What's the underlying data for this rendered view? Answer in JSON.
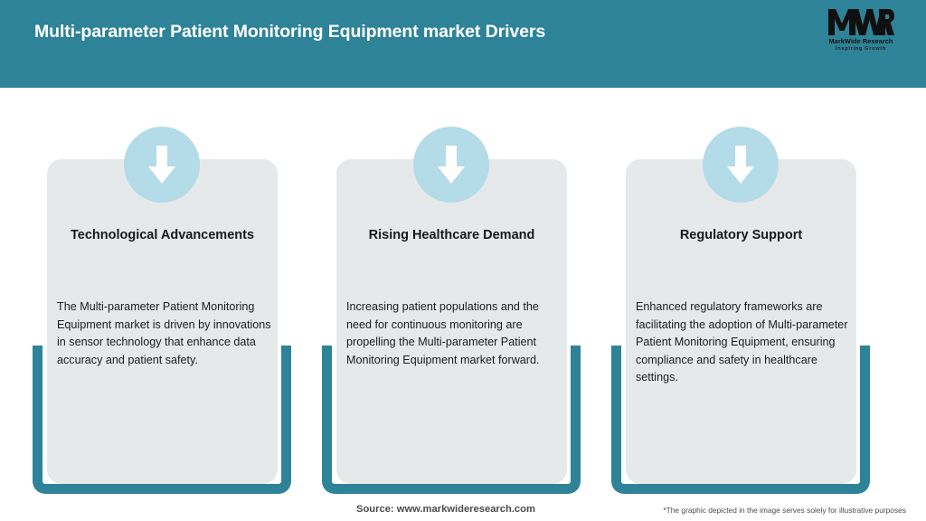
{
  "header": {
    "title": "Multi-parameter Patient Monitoring Equipment market Drivers",
    "background_color": "#2e8398",
    "title_color": "#ffffff",
    "logo": {
      "mark": "MWR",
      "name": "MarkWide Research",
      "tagline": "Inspiring Growth"
    }
  },
  "cards": [
    {
      "icon": "down-arrow-icon",
      "heading": "Technological Advancements",
      "body": "The Multi-parameter Patient Monitoring Equipment market is driven by innovations in sensor technology that enhance data accuracy and patient safety."
    },
    {
      "icon": "down-arrow-icon",
      "heading": "Rising Healthcare Demand",
      "body": "Increasing patient populations and the need for continuous monitoring are propelling the Multi-parameter Patient Monitoring Equipment market forward."
    },
    {
      "icon": "down-arrow-icon",
      "heading": "Regulatory Support",
      "body": "Enhanced regulatory frameworks are facilitating the adoption of Multi-parameter Patient Monitoring Equipment, ensuring compliance and safety in healthcare settings."
    }
  ],
  "footer": {
    "source": "Source: www.markwideresearch.com",
    "disclaimer": "*The graphic depicted in the image serves solely for illustrative purposes"
  },
  "theme": {
    "teal": "#2e8398",
    "card_fill": "#e6e9ea",
    "icon_circle": "#b4dbe8",
    "arrow_color": "#ffffff",
    "page_background": "#ffffff"
  }
}
